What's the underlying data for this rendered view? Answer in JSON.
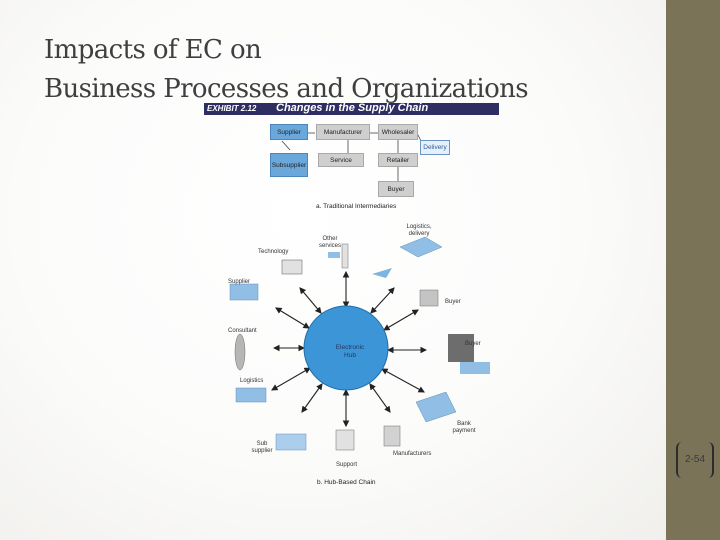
{
  "slide": {
    "title_line1": "Impacts of EC on",
    "title_line2": "Business Processes and Organizations",
    "page_number": "2-54"
  },
  "exhibit": {
    "number": "EXHIBIT 2.12",
    "title": "Changes in the Supply Chain"
  },
  "traditional": {
    "caption": "a. Traditional Intermediaries",
    "boxes": {
      "supplier": "Supplier",
      "manufacturer": "Manufacturer",
      "wholesaler": "Wholesaler",
      "delivery": "Delivery",
      "subsupplier": "Subsupplier",
      "service": "Service",
      "retailer": "Retailer",
      "buyer": "Buyer"
    }
  },
  "hub": {
    "caption": "b. Hub-Based Chain",
    "center_line1": "Electronic",
    "center_line2": "Hub",
    "nodes": {
      "technology": "Technology",
      "other_services": "Other services",
      "logistics_delivery": "Logistics, delivery",
      "supplier": "Supplier",
      "buyer_top": "Buyer",
      "consultant": "Consultant",
      "buyer_mid": "Buyer",
      "logistics": "Logistics",
      "bank_payment": "Bank payment",
      "sub_supplier": "Sub supplier",
      "support": "Support",
      "manufacturers": "Manufacturers"
    }
  },
  "colors": {
    "accent_band": "#7a7357",
    "exhibit_bar": "#2e2e63",
    "hub_fill": "#3b95d6",
    "box_blue": "#6aa8dc",
    "box_grey": "#cfcfcf"
  }
}
